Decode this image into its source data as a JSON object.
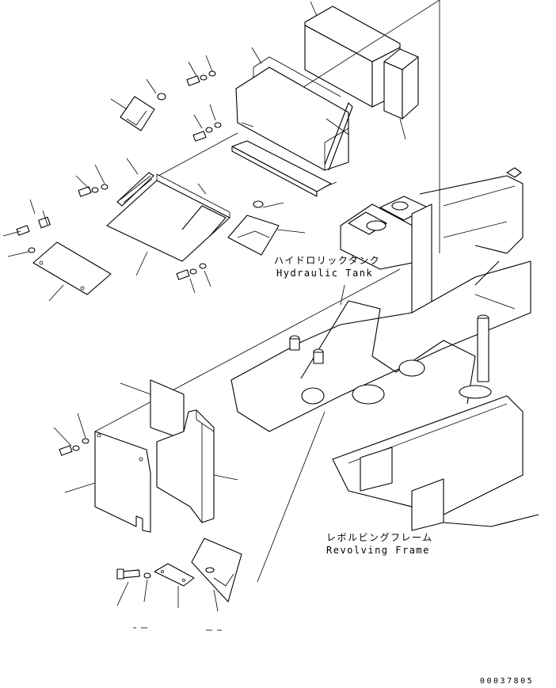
{
  "labels": {
    "hydraulic_tank_jp": "ハイドロリックタンク",
    "hydraulic_tank_en": "Hydraulic Tank",
    "revolving_frame_jp": "レボルビングフレーム",
    "revolving_frame_en": "Revolving Frame"
  },
  "drawing_code": "00037805"
}
